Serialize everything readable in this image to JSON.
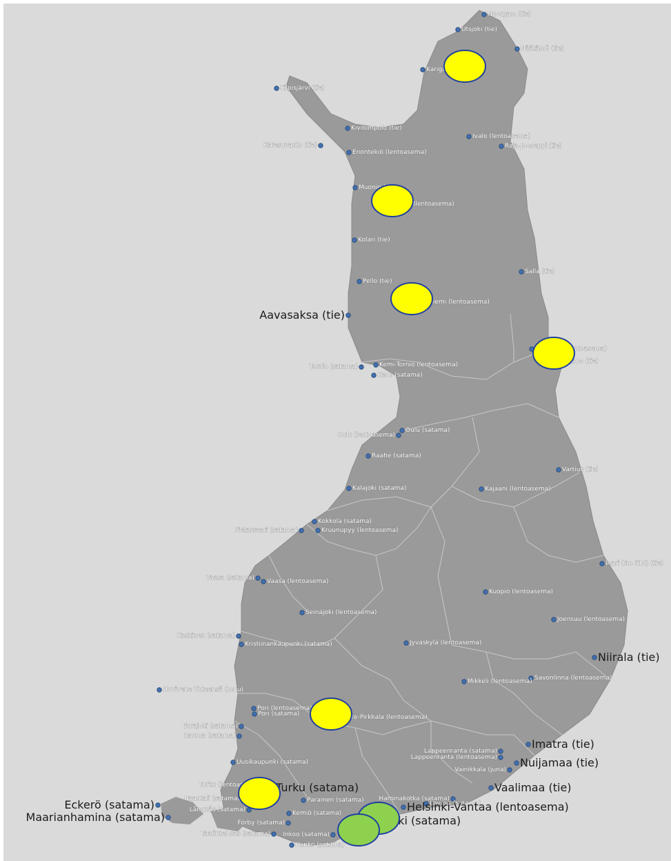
{
  "map": {
    "colors": {
      "background": "#dadada",
      "land": "#9a9a9a",
      "borders": "#d0d0d0",
      "point": "#4470ad",
      "marker_yellow": "#ffff00",
      "marker_green": "#8dd14e",
      "marker_outline": "#1f3fa0"
    },
    "points": [
      {
        "label": "Nuorgam (tie)",
        "size": "small"
      },
      {
        "label": "Utsjoki (tie)",
        "size": "small"
      },
      {
        "label": "Näätämö (tie)",
        "size": "small"
      },
      {
        "label": "Karigasniemi (tie)",
        "size": "small"
      },
      {
        "label": "Kilpisjärvi (tie)",
        "size": "small"
      },
      {
        "label": "Kivilompolo (tie)",
        "size": "small"
      },
      {
        "label": "Karesuvanto (tie)",
        "size": "small"
      },
      {
        "label": "Enontekiö (lentoasema)",
        "size": "small"
      },
      {
        "label": "Ivalo (lentoasema)",
        "size": "small"
      },
      {
        "label": "Raja-Jooseppi (tie)",
        "size": "small"
      },
      {
        "label": "Muonio (tie)",
        "size": "small"
      },
      {
        "label": "Kittilä (lentoasema)",
        "size": "small"
      },
      {
        "label": "Kolari (tie)",
        "size": "small"
      },
      {
        "label": "Salla (tie)",
        "size": "small"
      },
      {
        "label": "Pello (tie)",
        "size": "small"
      },
      {
        "label": "Rovaniemi (lentoasema)",
        "size": "small"
      },
      {
        "label": "Aavasaksa (tie)",
        "size": "big"
      },
      {
        "label": "Kuusamo (lentoasema)",
        "size": "small"
      },
      {
        "label": "Kuusamo (tie)",
        "size": "small"
      },
      {
        "label": "Tornio (satama)",
        "size": "small"
      },
      {
        "label": "Kemi-Tornio (lentoasema)",
        "size": "small"
      },
      {
        "label": "Kemi (satama)",
        "size": "small"
      },
      {
        "label": "Oulu (satama)",
        "size": "small"
      },
      {
        "label": "Oulu (lentoasema)",
        "size": "small"
      },
      {
        "label": "Raahe (satama)",
        "size": "small"
      },
      {
        "label": "Vartius (tie)",
        "size": "small"
      },
      {
        "label": "Kajaani (lentoasema)",
        "size": "small"
      },
      {
        "label": "Kalajoki (satama)",
        "size": "small"
      },
      {
        "label": "Kokkola (satama)",
        "size": "small"
      },
      {
        "label": "Kruunupyy (lentoasema)",
        "size": "small"
      },
      {
        "label": "Pietarsaari (satama)",
        "size": "small"
      },
      {
        "label": "Inari (rm 618) (tie)",
        "size": "small"
      },
      {
        "label": "Vaasa (satama)",
        "size": "small"
      },
      {
        "label": "Vaasa (lentoasema)",
        "size": "small"
      },
      {
        "label": "Kuopio (lentoasema)",
        "size": "small"
      },
      {
        "label": "Seinäjoki (lentoasema)",
        "size": "small"
      },
      {
        "label": "Joensuu (lentoasema)",
        "size": "small"
      },
      {
        "label": "Kaskinen (satama)",
        "size": "small"
      },
      {
        "label": "Kristiinankaupunki (satama)",
        "size": "small"
      },
      {
        "label": "Jyväskylä (lentoasema)",
        "size": "small"
      },
      {
        "label": "Niirala (tie)",
        "size": "big"
      },
      {
        "label": "Savonlinna (lentoasema)",
        "size": "small"
      },
      {
        "label": "Huvivene Yhteensä (muu)",
        "size": "small"
      },
      {
        "label": "Mikkeli (lentoasema)",
        "size": "small"
      },
      {
        "label": "Pori (lentoasema)",
        "size": "small"
      },
      {
        "label": "Pori (satama)",
        "size": "small"
      },
      {
        "label": "Tampere-Pirkkala (lentoasema)",
        "size": "small"
      },
      {
        "label": "Eurajoki (satama)",
        "size": "small"
      },
      {
        "label": "Rauma (satama)",
        "size": "small"
      },
      {
        "label": "Imatra (tie)",
        "size": "big"
      },
      {
        "label": "Lappeenranta (satama)",
        "size": "small"
      },
      {
        "label": "Lappeenranta (lentoasema)",
        "size": "small"
      },
      {
        "label": "Uusikaupunki (satama)",
        "size": "small"
      },
      {
        "label": "Nuijamaa (tie)",
        "size": "big"
      },
      {
        "label": "Vainikkala (juna)",
        "size": "small"
      },
      {
        "label": "Turku (lentoasema)",
        "size": "small"
      },
      {
        "label": "Turku (satama)",
        "size": "big"
      },
      {
        "label": "Vaalimaa (tie)",
        "size": "big"
      },
      {
        "label": "Eckerö (satama)",
        "size": "big"
      },
      {
        "label": "Naantali (satama)",
        "size": "small"
      },
      {
        "label": "Parainen (satama)",
        "size": "small"
      },
      {
        "label": "Haminakotka (satama)",
        "size": "small"
      },
      {
        "label": "Långnäs (satama)",
        "size": "small"
      },
      {
        "label": "Kemiö (satama)",
        "size": "small"
      },
      {
        "label": "Loviisa (satama)",
        "size": "small"
      },
      {
        "label": "Maarianhamina (satama)",
        "size": "big"
      },
      {
        "label": "Förby (satama)",
        "size": "small"
      },
      {
        "label": "Helsinki-Vantaa (lentoasema)",
        "size": "big"
      },
      {
        "label": "Taalintehdas (satama)",
        "size": "small"
      },
      {
        "label": "Inkoo (satama)",
        "size": "small"
      },
      {
        "label": "Helsinki (satama)",
        "size": "big"
      },
      {
        "label": "Hanko (satama)",
        "size": "small"
      }
    ],
    "markers": [
      {
        "color": "yellow",
        "near": "Karigasniemi (tie)"
      },
      {
        "color": "yellow",
        "near": "Kittilä (lentoasema)"
      },
      {
        "color": "yellow",
        "near": "Rovaniemi (lentoasema)"
      },
      {
        "color": "yellow",
        "near": "Kuusamo (lentoasema)"
      },
      {
        "color": "yellow",
        "near": "Tampere-Pirkkala (lentoasema)"
      },
      {
        "color": "yellow",
        "near": "Turku (lentoasema)"
      },
      {
        "color": "green",
        "near": "Helsinki-Vantaa (lentoasema)"
      },
      {
        "color": "green",
        "near": "Helsinki (satama)"
      }
    ]
  }
}
